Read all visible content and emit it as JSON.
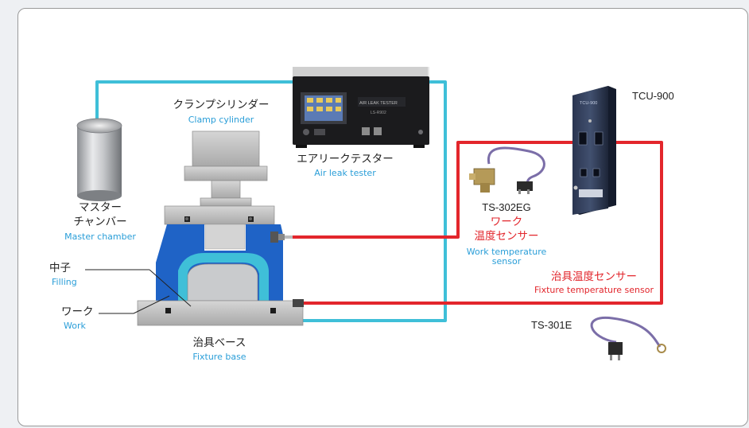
{
  "labels": {
    "clamp_cylinder_jp": "クランプシリンダー",
    "clamp_cylinder_en": "Clamp cylinder",
    "air_leak_tester_jp": "エアリークテスター",
    "air_leak_tester_en": "Air leak tester",
    "master_chamber_jp_line1": "マスター",
    "master_chamber_jp_line2": "チャンバー",
    "master_chamber_en": "Master chamber",
    "filling_jp": "中子",
    "filling_en": "Filling",
    "work_jp": "ワーク",
    "work_en": "Work",
    "fixture_base_jp": "治具ベース",
    "fixture_base_en": "Fixture base",
    "tcu_model": "TCU-900",
    "ts302eg_model": "TS-302EG",
    "work_temp_sensor_jp_line1": "ワーク",
    "work_temp_sensor_jp_line2": "温度センサー",
    "work_temp_sensor_en_line1": "Work temperature",
    "work_temp_sensor_en_line2": "sensor",
    "fixture_temp_sensor_jp": "治具温度センサー",
    "fixture_temp_sensor_en": "Fixture temperature sensor",
    "ts301e_model": "TS-301E"
  },
  "device_text": {
    "tester_screen_title": "AIR LEAK TESTER",
    "tester_model_small": "LS-R902",
    "tcu_face_label": "TCU-900"
  },
  "colors": {
    "air_line": "#3fbfd8",
    "sensor_line": "#e3262c",
    "jig_blue": "#1f63c6",
    "label_blue": "#2a9ed8",
    "label_red": "#e2262c"
  }
}
